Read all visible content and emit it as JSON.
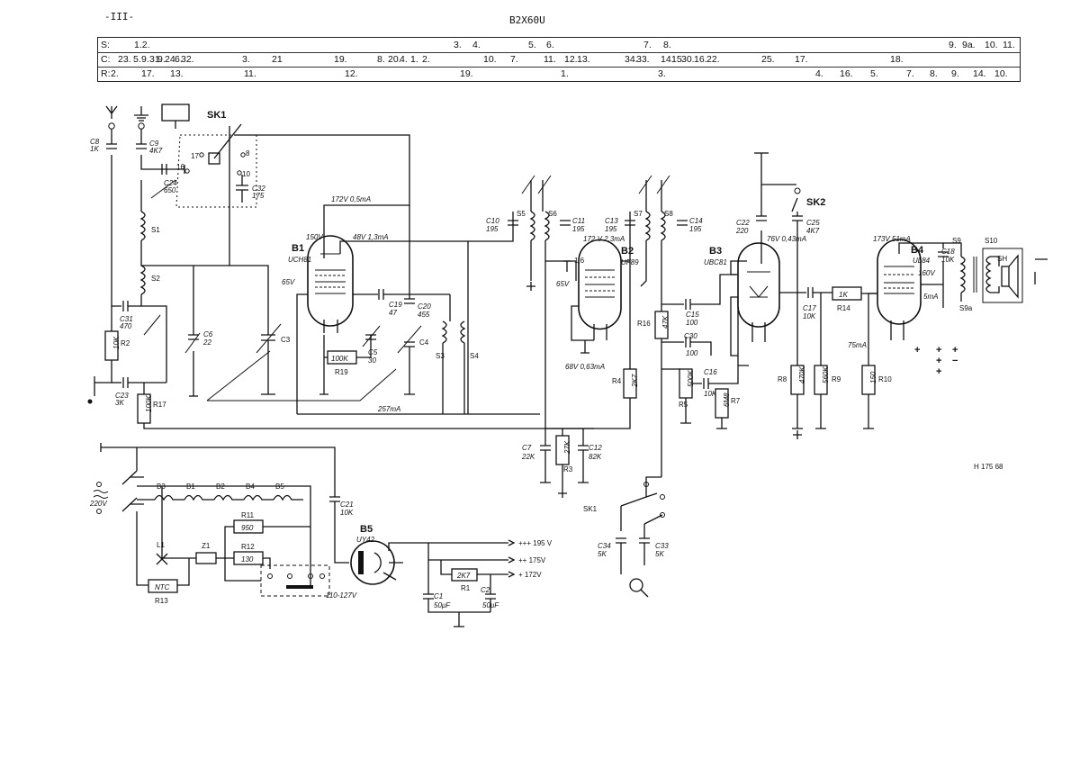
{
  "header": {
    "page_mark": "-III-",
    "model": "B2X60U",
    "ref_code": "H 175 68"
  },
  "legend": {
    "s_label": "S:",
    "s_values": [
      "1.2.",
      "3.",
      "4.",
      "5.",
      "6.",
      "7.",
      "8.",
      "9.",
      "9a.",
      "10.",
      "11."
    ],
    "c_label": "C:",
    "c_values": [
      "23.",
      "5.",
      "9.",
      "31.",
      "9.",
      "24.",
      "6.",
      "32.",
      "3.",
      "21",
      "19.",
      "8.",
      "20.",
      "4.",
      "1.",
      "2.",
      "10.",
      "7.",
      "11.",
      "12.",
      "13.",
      "34.",
      "33.",
      "14.",
      "15.",
      "30.",
      "16.",
      "22.",
      "25.",
      "17.",
      "18."
    ],
    "r_label": "R:",
    "r_values": [
      "2.",
      "17.",
      "13.",
      "11.",
      "12.",
      "19.",
      "1.",
      "3.",
      "4.",
      "16.",
      "5.",
      "7.",
      "8.",
      "9.",
      "14.",
      "10."
    ]
  },
  "tubes": {
    "b1": {
      "name": "B1",
      "type": "UCH81"
    },
    "b2": {
      "name": "B2",
      "type": "UF89"
    },
    "b3": {
      "name": "B3",
      "type": "UBC81"
    },
    "b4": {
      "name": "B4",
      "type": "UL84"
    },
    "b5": {
      "name": "B5",
      "type": "UY42"
    }
  },
  "switches": {
    "sk1": "SK1",
    "sk2": "SK2",
    "sk1_small": "SK1"
  },
  "capacitors": {
    "c8": [
      "C8",
      "1K"
    ],
    "c9": [
      "C9",
      "4K7"
    ],
    "c24": [
      "C24",
      "650"
    ],
    "c32": [
      "C32",
      "175"
    ],
    "c31": [
      "C31",
      "470"
    ],
    "c6": [
      "C6",
      "22"
    ],
    "c3": [
      "C3",
      ""
    ],
    "c23": [
      "C23",
      "3K"
    ],
    "c19": [
      "C19",
      "47"
    ],
    "c20": [
      "C20",
      "455"
    ],
    "c4": [
      "C4",
      ""
    ],
    "c5": [
      "C5",
      "30"
    ],
    "c10": [
      "C10",
      "195"
    ],
    "c11": [
      "C11",
      "195"
    ],
    "c13": [
      "C13",
      "195"
    ],
    "c14": [
      "C14",
      "195"
    ],
    "c15": [
      "C15",
      "100"
    ],
    "c30": [
      "C30",
      "100"
    ],
    "c16": [
      "C16",
      "10K"
    ],
    "c7": [
      "C7",
      "22K"
    ],
    "c12": [
      "C12",
      "82K"
    ],
    "c22": [
      "C22",
      "220"
    ],
    "c25": [
      "C25",
      "4K7"
    ],
    "c17": [
      "C17",
      "10K"
    ],
    "c18": [
      "C18",
      "10K"
    ],
    "c34": [
      "C34",
      "5K"
    ],
    "c33": [
      "C33",
      "5K"
    ],
    "c21": [
      "C21",
      "10K"
    ],
    "c1": [
      "C1",
      "50μF"
    ],
    "c2": [
      "C2",
      "50μF"
    ]
  },
  "resistors": {
    "r2": [
      "R2",
      "10K"
    ],
    "r17": [
      "R17",
      "100K"
    ],
    "r19": [
      "R19",
      "100K"
    ],
    "r3": [
      "R3",
      "27K"
    ],
    "r4": [
      "R4",
      "2K7"
    ],
    "r16": [
      "R16",
      "47K"
    ],
    "r5": [
      "R5",
      "500K"
    ],
    "r7": [
      "R7",
      "6M8"
    ],
    "r8": [
      "R8",
      "470K"
    ],
    "r9": [
      "R9",
      "560K"
    ],
    "r10": [
      "R10",
      "150"
    ],
    "r14": [
      "R14",
      "1K"
    ],
    "r11": [
      "R11",
      "950"
    ],
    "r12": [
      "R12",
      "130"
    ],
    "r1": [
      "R1",
      "2K7"
    ],
    "r13": [
      "R13",
      "NTC"
    ]
  },
  "coils": {
    "s1": "S1",
    "s2": "S2",
    "s3": "S3",
    "s4": "S4",
    "s5": "S5",
    "s6": "S6",
    "s7": "S7",
    "s8": "S8",
    "s9": "S9",
    "s9a": "S9a",
    "s10": "S10",
    "sh": "SH"
  },
  "filaments": [
    "B3",
    "B1",
    "B2",
    "B4",
    "B5"
  ],
  "misc": {
    "l1": "L1",
    "z1": "Z1",
    "mains": "220V",
    "tap": "110-127V"
  },
  "voltages": {
    "b1_supply": "172V 0,5mA",
    "b1_anode": "150V",
    "b1_g2": "48V 1,3mA",
    "b1_grid": "65V",
    "bias_line": "257mA",
    "b2_anode": "172 V 2,3mA",
    "b2_grid": "65V",
    "b2_cathode": "68V 0,63mA",
    "b3_anode": "76V 0,43mA",
    "b4_anode": "173V 51mA",
    "b4_g2": "160V",
    "b4_current": "75mA",
    "b4_small": "5mA",
    "b4_1k": "1K",
    "v195": "+++ 195 V",
    "v175": "++ 175V",
    "v172": "+ 172V"
  }
}
